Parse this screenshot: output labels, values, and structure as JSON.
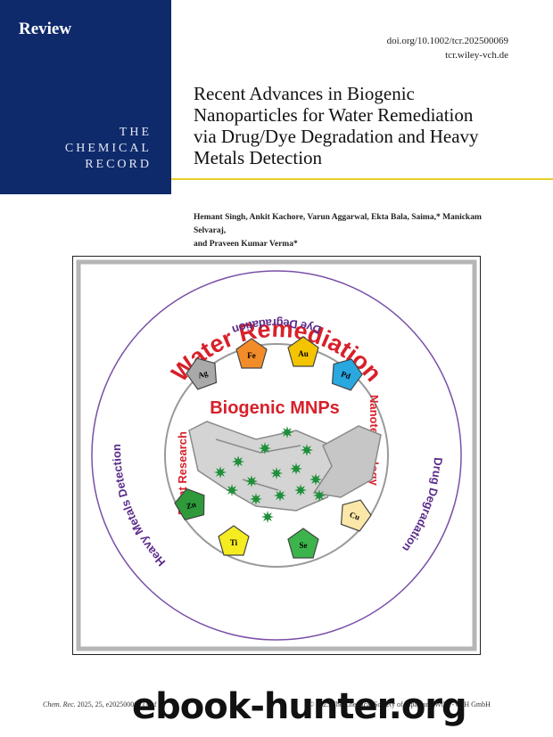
{
  "banner": {
    "section": "Review",
    "journal_lines": [
      "THE",
      "CHEMICAL",
      "RECORD"
    ]
  },
  "header": {
    "doi": "doi.org/10.1002/tcr.202500069",
    "site": "tcr.wiley-vch.de"
  },
  "article": {
    "title_lines": [
      "Recent Advances in Biogenic",
      "Nanoparticles for Water Remediation",
      "via Drug/Dye Degradation and Heavy",
      "Metals Detection"
    ],
    "author_lines": [
      "Hemant Singh, Ankit Kachore, Varun Aggarwal, Ekta Bala, Saima,* Manickam Selvaraj,",
      "and Praveen Kumar Verma*"
    ]
  },
  "figure": {
    "top_arc": "Water Remediation",
    "left_arc": "Heavy Metals Detection",
    "right_arc": "Drug Degradation",
    "bottom_arc": "Dye Degradation",
    "inner_left": "Plant Research",
    "inner_right": "Nanotechnology",
    "center": "Biogenic MNPs",
    "elements": [
      {
        "symbol": "Ag",
        "color": "#a9a9a9"
      },
      {
        "symbol": "Fe",
        "color": "#f28c28"
      },
      {
        "symbol": "Au",
        "color": "#f5c400"
      },
      {
        "symbol": "Pd",
        "color": "#29a8e0"
      },
      {
        "symbol": "Cu",
        "color": "#fbe7a8"
      },
      {
        "symbol": "Se",
        "color": "#3cb44b"
      },
      {
        "symbol": "Ti",
        "color": "#f4ec20"
      },
      {
        "symbol": "Zn",
        "color": "#2e9a3a"
      }
    ]
  },
  "footer": {
    "citation_journal": "Chem. Rec.",
    "citation_rest": " 2025, 25, e202500069 (1 of 6)",
    "copyright": "© 2025 The Chemical Society of Japan and Wiley-VCH GmbH",
    "watermark": "ebook-hunter.org"
  },
  "colors": {
    "banner": "#0f2a6b",
    "rule": "#e6cf2c",
    "red_text": "#d8202a",
    "purple_text": "#5b2c8a",
    "particle": "#1f8f3a"
  }
}
